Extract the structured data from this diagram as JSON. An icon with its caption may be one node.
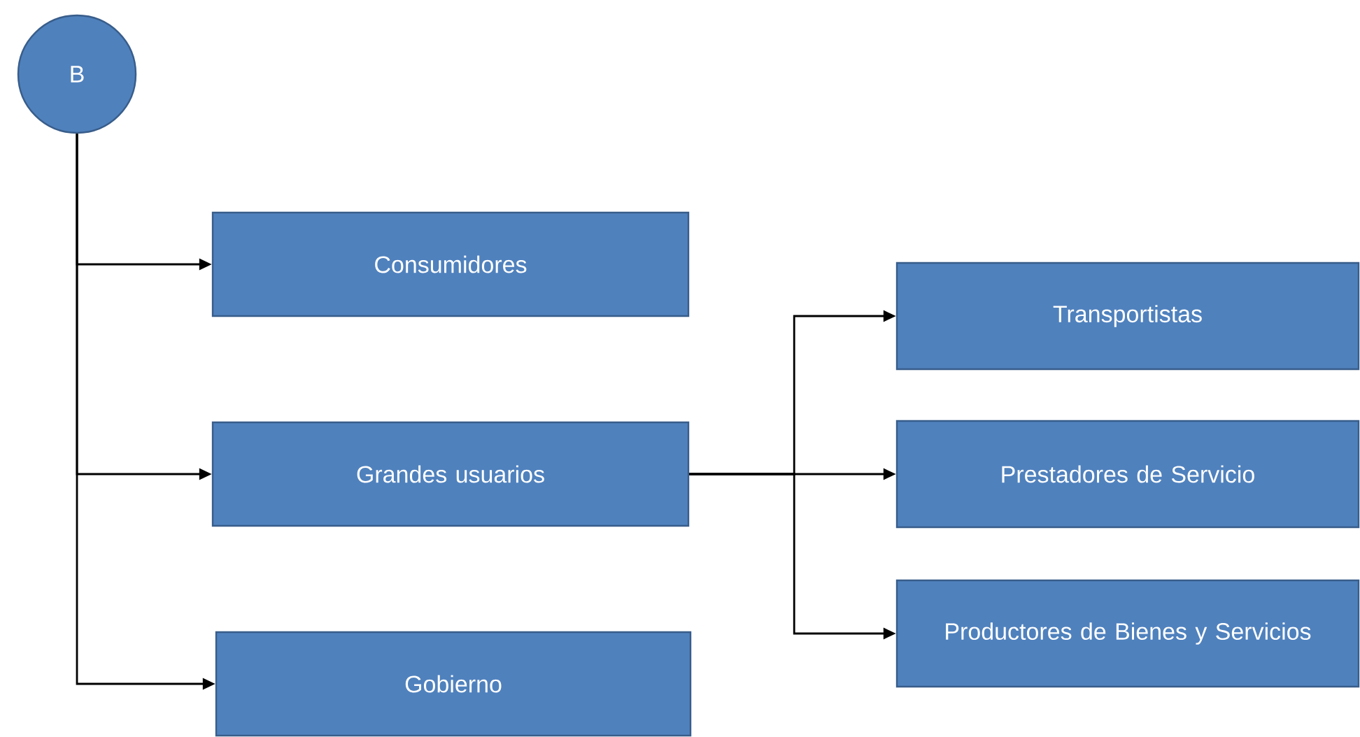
{
  "diagram": {
    "nodes": [
      {
        "text": [
          "B"
        ]
      },
      {
        "text": [
          "Consumidores"
        ]
      },
      {
        "text": [
          "Grandes usuarios"
        ]
      },
      {
        "text": [
          "Gobierno"
        ]
      },
      {
        "text": [
          "Transportistas"
        ]
      },
      {
        "text": [
          "Prestadores de Servicio"
        ]
      },
      {
        "text": [
          "Productores de Bienes y Servicios"
        ]
      }
    ],
    "edges": [
      {
        "from": 0,
        "to": 1,
        "arrow": "to"
      },
      {
        "from": 0,
        "to": 2,
        "arrow": "to"
      },
      {
        "from": 0,
        "to": 3,
        "arrow": "to"
      },
      {
        "from": 2,
        "to": 4,
        "arrow": "to"
      },
      {
        "from": 2,
        "to": 5,
        "arrow": "to"
      },
      {
        "from": 2,
        "to": 6,
        "arrow": "to"
      }
    ]
  }
}
